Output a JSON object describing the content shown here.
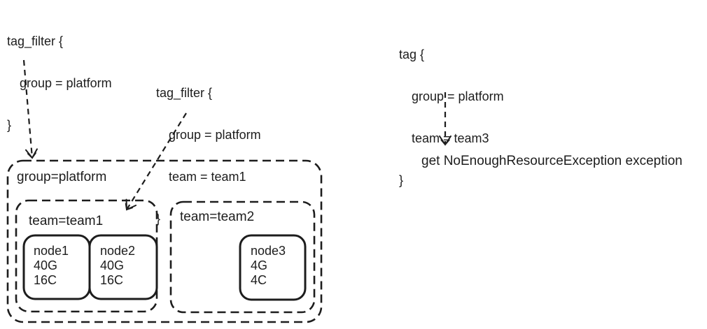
{
  "colors": {
    "ink": "#1d1d1d",
    "background": "#ffffff"
  },
  "annotations": {
    "filter_group": {
      "lines": [
        "tag_filter {",
        "group = platform",
        "}"
      ]
    },
    "filter_team1": {
      "lines": [
        "tag_filter {",
        "group = platform",
        "team = team1",
        "}"
      ]
    },
    "tag_team3": {
      "lines": [
        "tag {",
        "group = platform",
        "team = team3",
        "}"
      ]
    },
    "exception": "get NoEnoughResourceException exception"
  },
  "containers": {
    "group": {
      "label": "group=platform"
    },
    "team1": {
      "label": "team=team1"
    },
    "team2": {
      "label": "team=team2"
    }
  },
  "nodes": {
    "node1": {
      "name": "node1",
      "memory": "40G",
      "cpu": "16C"
    },
    "node2": {
      "name": "node2",
      "memory": "40G",
      "cpu": "16C"
    },
    "node3": {
      "name": "node3",
      "memory": "4G",
      "cpu": "4C"
    }
  }
}
